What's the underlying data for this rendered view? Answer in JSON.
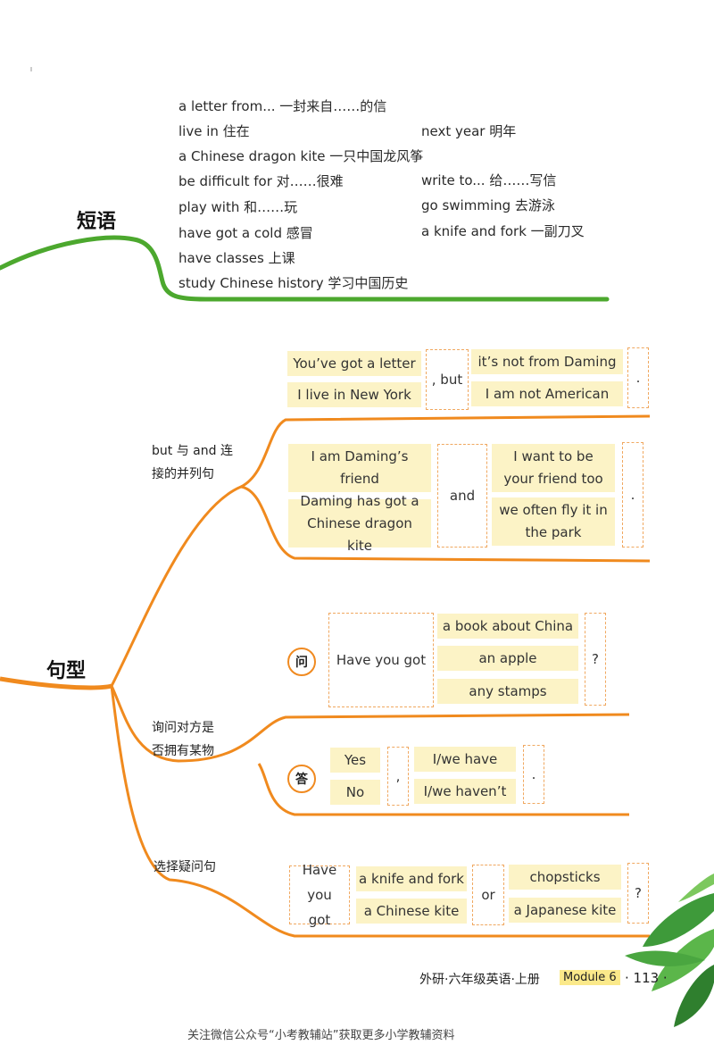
{
  "phrases_section": {
    "heading": "短语",
    "left": [
      "a letter from... 一封来自……的信",
      "live in 住在",
      "a Chinese dragon kite 一只中国龙风筝",
      "be difficult for 对……很难",
      "play with 和……玩",
      "have got a cold 感冒",
      "have classes 上课",
      "study Chinese history 学习中国历史"
    ],
    "right": [
      "next year 明年",
      "write to... 给……写信",
      "go swimming 去游泳",
      "a knife and fork 一副刀叉"
    ]
  },
  "patterns_section": {
    "heading": "句型",
    "branch1": {
      "label_line1": "but 与 and 连",
      "label_line2": "接的并列句",
      "row1": {
        "a": "You’ve got a letter",
        "b": "I live in New York",
        "conj": ", but",
        "c": "it’s not from Daming",
        "d": "I am not American",
        "end": "."
      },
      "row2": {
        "a": "I am Daming’s friend",
        "b": "Daming has got a Chinese dragon kite",
        "conj": "and",
        "c": "I want to be your friend too",
        "d": "we often fly it in the park",
        "end": "."
      }
    },
    "branch2": {
      "label_line1": "询问对方是",
      "label_line2": "否拥有某物",
      "ask_marker": "问",
      "ask_stem": "Have you got",
      "ask_options": [
        "a book about China",
        "an apple",
        "any stamps"
      ],
      "ask_end": "?",
      "answer_marker": "答",
      "answer_yesno": [
        "Yes",
        "No"
      ],
      "answer_comma": ",",
      "answer_options": [
        "I/we have",
        "I/we haven’t"
      ],
      "answer_end": "."
    },
    "branch3": {
      "label": "选择疑问句",
      "stem": "Have you got",
      "first": [
        "a knife and fork",
        "a Chinese kite"
      ],
      "or": "or",
      "second": [
        "chopsticks",
        "a Japanese kite"
      ],
      "end": "?"
    }
  },
  "footer": {
    "book": "外研·六年级英语·上册",
    "module": "Module 6",
    "page": "· 113 ·",
    "note": "关注微信公众号“小考教辅站”获取更多小学教辅资料"
  },
  "colors": {
    "green": "#4ca82e",
    "orange": "#f08a1e",
    "box": "#fcf3c6"
  }
}
